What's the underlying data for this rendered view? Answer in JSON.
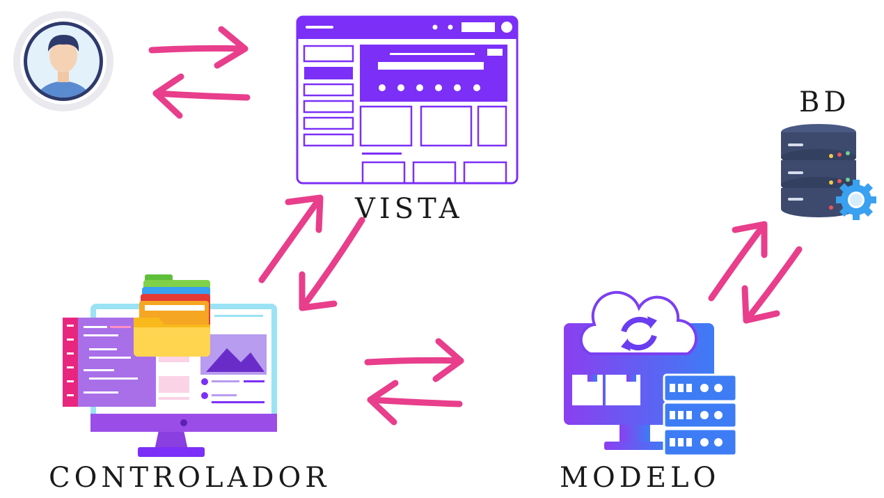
{
  "diagram": {
    "nodes": {
      "user": {
        "icon": "user-avatar-icon"
      },
      "vista": {
        "label": "VISTA",
        "icon": "web-layout-icon"
      },
      "bd": {
        "label": "BD",
        "icon": "database-gear-icon"
      },
      "controlador": {
        "label": "CONTROLADOR",
        "icon": "monitor-folders-icon"
      },
      "modelo": {
        "label": "MODELO",
        "icon": "cloud-server-icon"
      }
    },
    "edges": [
      {
        "from": "user",
        "to": "vista",
        "bidirectional": true
      },
      {
        "from": "vista",
        "to": "controlador",
        "bidirectional": true
      },
      {
        "from": "controlador",
        "to": "modelo",
        "bidirectional": true
      },
      {
        "from": "modelo",
        "to": "bd",
        "bidirectional": true
      }
    ],
    "colors": {
      "arrow": "#e83e8c",
      "vista": "#7b2ff7",
      "modelo": "#5a4ff0",
      "bd": "#3d4a6e"
    }
  }
}
